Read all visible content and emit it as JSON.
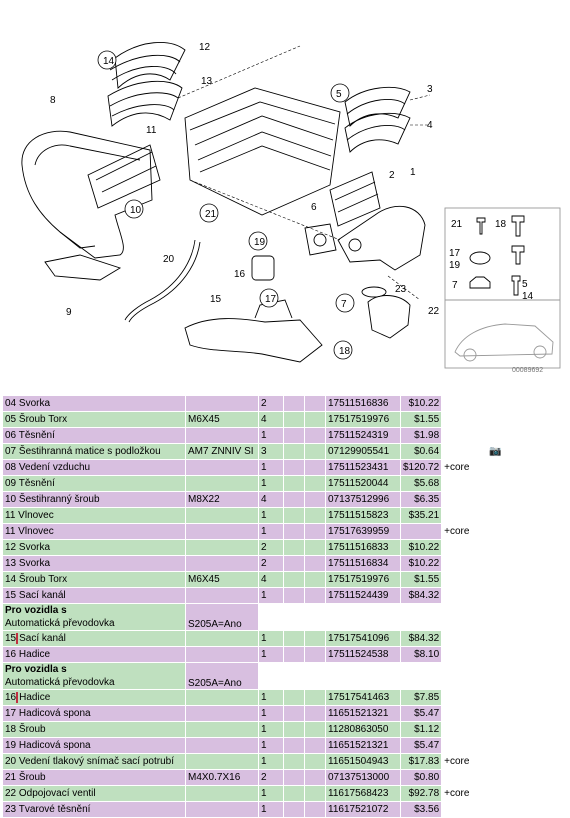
{
  "diagram": {
    "callouts": [
      "12",
      "14",
      "13",
      "11",
      "8",
      "5",
      "3",
      "4",
      "10",
      "2",
      "1",
      "6",
      "21",
      "20",
      "19",
      "16",
      "15",
      "17",
      "7",
      "23",
      "22",
      "9",
      "18"
    ],
    "inset_callouts": [
      "21",
      "18",
      "17",
      "19",
      "7",
      "5",
      "14"
    ],
    "image_number": "00089692"
  },
  "parts": [
    {
      "type": "row",
      "pos": "04",
      "name": "Svorka",
      "size": "",
      "qty": "2",
      "number": "17511516836",
      "price": "$10.22",
      "core": "",
      "color": "p"
    },
    {
      "type": "row",
      "pos": "05",
      "name": "Šroub Torx",
      "size": "M6X45",
      "qty": "4",
      "number": "17517519976",
      "price": "$1.55",
      "core": "",
      "color": "g"
    },
    {
      "type": "row",
      "pos": "06",
      "name": "Těsnění",
      "size": "",
      "qty": "1",
      "number": "17511524319",
      "price": "$1.98",
      "core": "",
      "color": "p"
    },
    {
      "type": "row",
      "pos": "07",
      "name": "Šestihranná matice s podložkou",
      "size": "AM7 ZNNIV SI",
      "qty": "3",
      "number": "07129905541",
      "price": "$0.64",
      "core": "",
      "color": "g",
      "camera": true
    },
    {
      "type": "row",
      "pos": "08",
      "name": "Vedení vzduchu",
      "size": "",
      "qty": "1",
      "number": "17511523431",
      "price": "$120.72",
      "core": "+core",
      "color": "p"
    },
    {
      "type": "row",
      "pos": "09",
      "name": "Těsnění",
      "size": "",
      "qty": "1",
      "number": "17511520044",
      "price": "$5.68",
      "core": "",
      "color": "g"
    },
    {
      "type": "row",
      "pos": "10",
      "name": "Šestihranný šroub",
      "size": "M8X22",
      "qty": "4",
      "number": "07137512996",
      "price": "$6.35",
      "core": "",
      "color": "p"
    },
    {
      "type": "row",
      "pos": "11",
      "name": "Vlnovec",
      "size": "",
      "qty": "1",
      "number": "17511515823",
      "price": "$35.21",
      "core": "",
      "color": "g"
    },
    {
      "type": "row",
      "pos": "11",
      "name": "Vlnovec",
      "size": "",
      "qty": "1",
      "number": "17517639959",
      "price": "",
      "core": "+core",
      "color": "p"
    },
    {
      "type": "row",
      "pos": "12",
      "name": "Svorka",
      "size": "",
      "qty": "2",
      "number": "17511516833",
      "price": "$10.22",
      "core": "",
      "color": "g"
    },
    {
      "type": "row",
      "pos": "13",
      "name": "Svorka",
      "size": "",
      "qty": "2",
      "number": "17511516834",
      "price": "$10.22",
      "core": "",
      "color": "p"
    },
    {
      "type": "row",
      "pos": "14",
      "name": "Šroub Torx",
      "size": "M6X45",
      "qty": "4",
      "number": "17517519976",
      "price": "$1.55",
      "core": "",
      "color": "g"
    },
    {
      "type": "row",
      "pos": "15",
      "name": "Sací kanál",
      "size": "",
      "qty": "1",
      "number": "17511524439",
      "price": "$84.32",
      "core": "",
      "color": "p"
    },
    {
      "type": "note",
      "title": "Pro vozidla s",
      "text": "Automatická převodovka",
      "condition": "S205A=Ano"
    },
    {
      "type": "row",
      "pos": "15",
      "name": "Sací kanál",
      "size": "",
      "qty": "1",
      "number": "17517541096",
      "price": "$84.32",
      "core": "",
      "color": "g",
      "marker": true
    },
    {
      "type": "row",
      "pos": "16",
      "name": "Hadice",
      "size": "",
      "qty": "1",
      "number": "17511524538",
      "price": "$8.10",
      "core": "",
      "color": "p"
    },
    {
      "type": "note",
      "title": "Pro vozidla s",
      "text": "Automatická převodovka",
      "condition": "S205A=Ano"
    },
    {
      "type": "row",
      "pos": "16",
      "name": "Hadice",
      "size": "",
      "qty": "1",
      "number": "17517541463",
      "price": "$7.85",
      "core": "",
      "color": "g",
      "marker": true
    },
    {
      "type": "row",
      "pos": "17",
      "name": "Hadicová spona",
      "size": "",
      "qty": "1",
      "number": "11651521321",
      "price": "$5.47",
      "core": "",
      "color": "p"
    },
    {
      "type": "row",
      "pos": "18",
      "name": "Šroub",
      "size": "",
      "qty": "1",
      "number": "11280863050",
      "price": "$1.12",
      "core": "",
      "color": "g"
    },
    {
      "type": "row",
      "pos": "19",
      "name": "Hadicová spona",
      "size": "",
      "qty": "1",
      "number": "11651521321",
      "price": "$5.47",
      "core": "",
      "color": "p"
    },
    {
      "type": "row",
      "pos": "20",
      "name": "Vedení tlakový snímač sací potrubí",
      "size": "",
      "qty": "1",
      "number": "11651504943",
      "price": "$17.83",
      "core": "+core",
      "color": "g"
    },
    {
      "type": "row",
      "pos": "21",
      "name": "Šroub",
      "size": "M4X0.7X16",
      "qty": "2",
      "number": "07137513000",
      "price": "$0.80",
      "core": "",
      "color": "p"
    },
    {
      "type": "row",
      "pos": "22",
      "name": "Odpojovací ventil",
      "size": "",
      "qty": "1",
      "number": "11617568423",
      "price": "$92.78",
      "core": "+core",
      "color": "g"
    },
    {
      "type": "row",
      "pos": "23",
      "name": "Tvarové těsnění",
      "size": "",
      "qty": "1",
      "number": "11617521072",
      "price": "$3.56",
      "core": "",
      "color": "p"
    }
  ],
  "colors": {
    "row_green": "#bfe0bf",
    "row_purple": "#d8bfe0",
    "marker": "#c03040"
  },
  "icons": {
    "photo": "camera-icon"
  }
}
